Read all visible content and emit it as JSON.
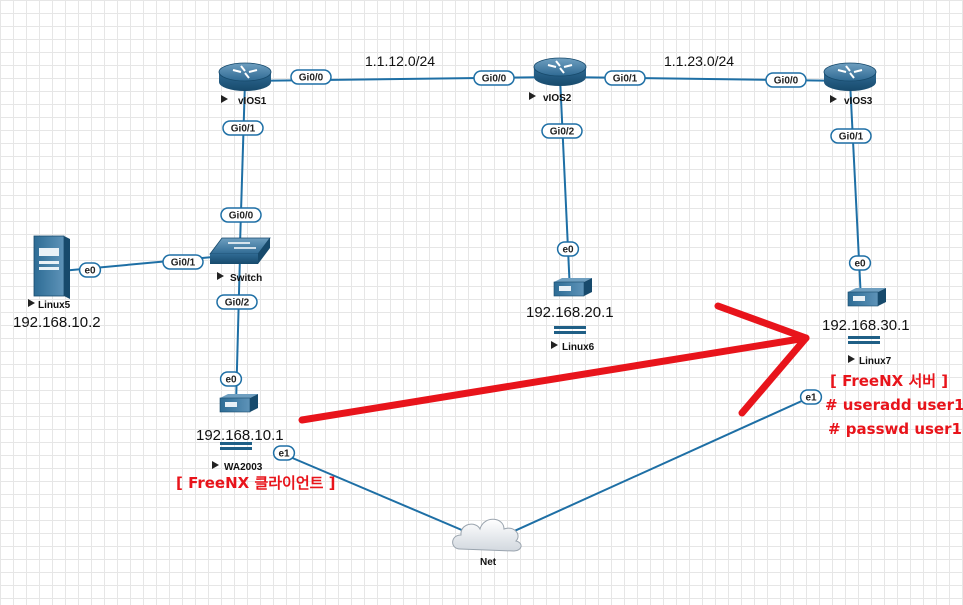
{
  "subnets": {
    "net12": "1.1.12.0/24",
    "net23": "1.1.23.0/24"
  },
  "nodes": {
    "vios1": {
      "label": "vIOS1"
    },
    "vios2": {
      "label": "vIOS2"
    },
    "vios3": {
      "label": "vIOS3"
    },
    "switch": {
      "label": "Switch"
    },
    "linux5": {
      "label": "Linux5",
      "ip": "192.168.10.2"
    },
    "linux6": {
      "label": "Linux6",
      "ip": "192.168.20.1"
    },
    "linux7": {
      "label": "Linux7",
      "ip": "192.168.30.1"
    },
    "wa2003": {
      "label": "WA2003",
      "ip": "192.168.10.1"
    },
    "net": {
      "label": "Net"
    }
  },
  "ports": {
    "v1_g00": "Gi0/0",
    "v1_g01": "Gi0/1",
    "v2_g00": "Gi0/0",
    "v2_g01": "Gi0/1",
    "v2_g02": "Gi0/2",
    "v3_g00": "Gi0/0",
    "v3_g01": "Gi0/1",
    "sw_g00": "Gi0/0",
    "sw_g01": "Gi0/1",
    "sw_g02": "Gi0/2",
    "l5_e0": "e0",
    "l6_e0": "e0",
    "l7_e0": "e0",
    "l7_e1": "e1",
    "wa_e0": "e0",
    "wa_e1": "e1"
  },
  "annotations": {
    "client": "[ FreeNX 클라이언트 ]",
    "server": "[ FreeNX 서버 ]",
    "cmd1": "# useradd user1",
    "cmd2": "# passwd user1"
  },
  "colors": {
    "link": "#1e6fa5",
    "device": "#1f5f86",
    "annotation": "#e8141b",
    "arrow": "#e8141b"
  }
}
